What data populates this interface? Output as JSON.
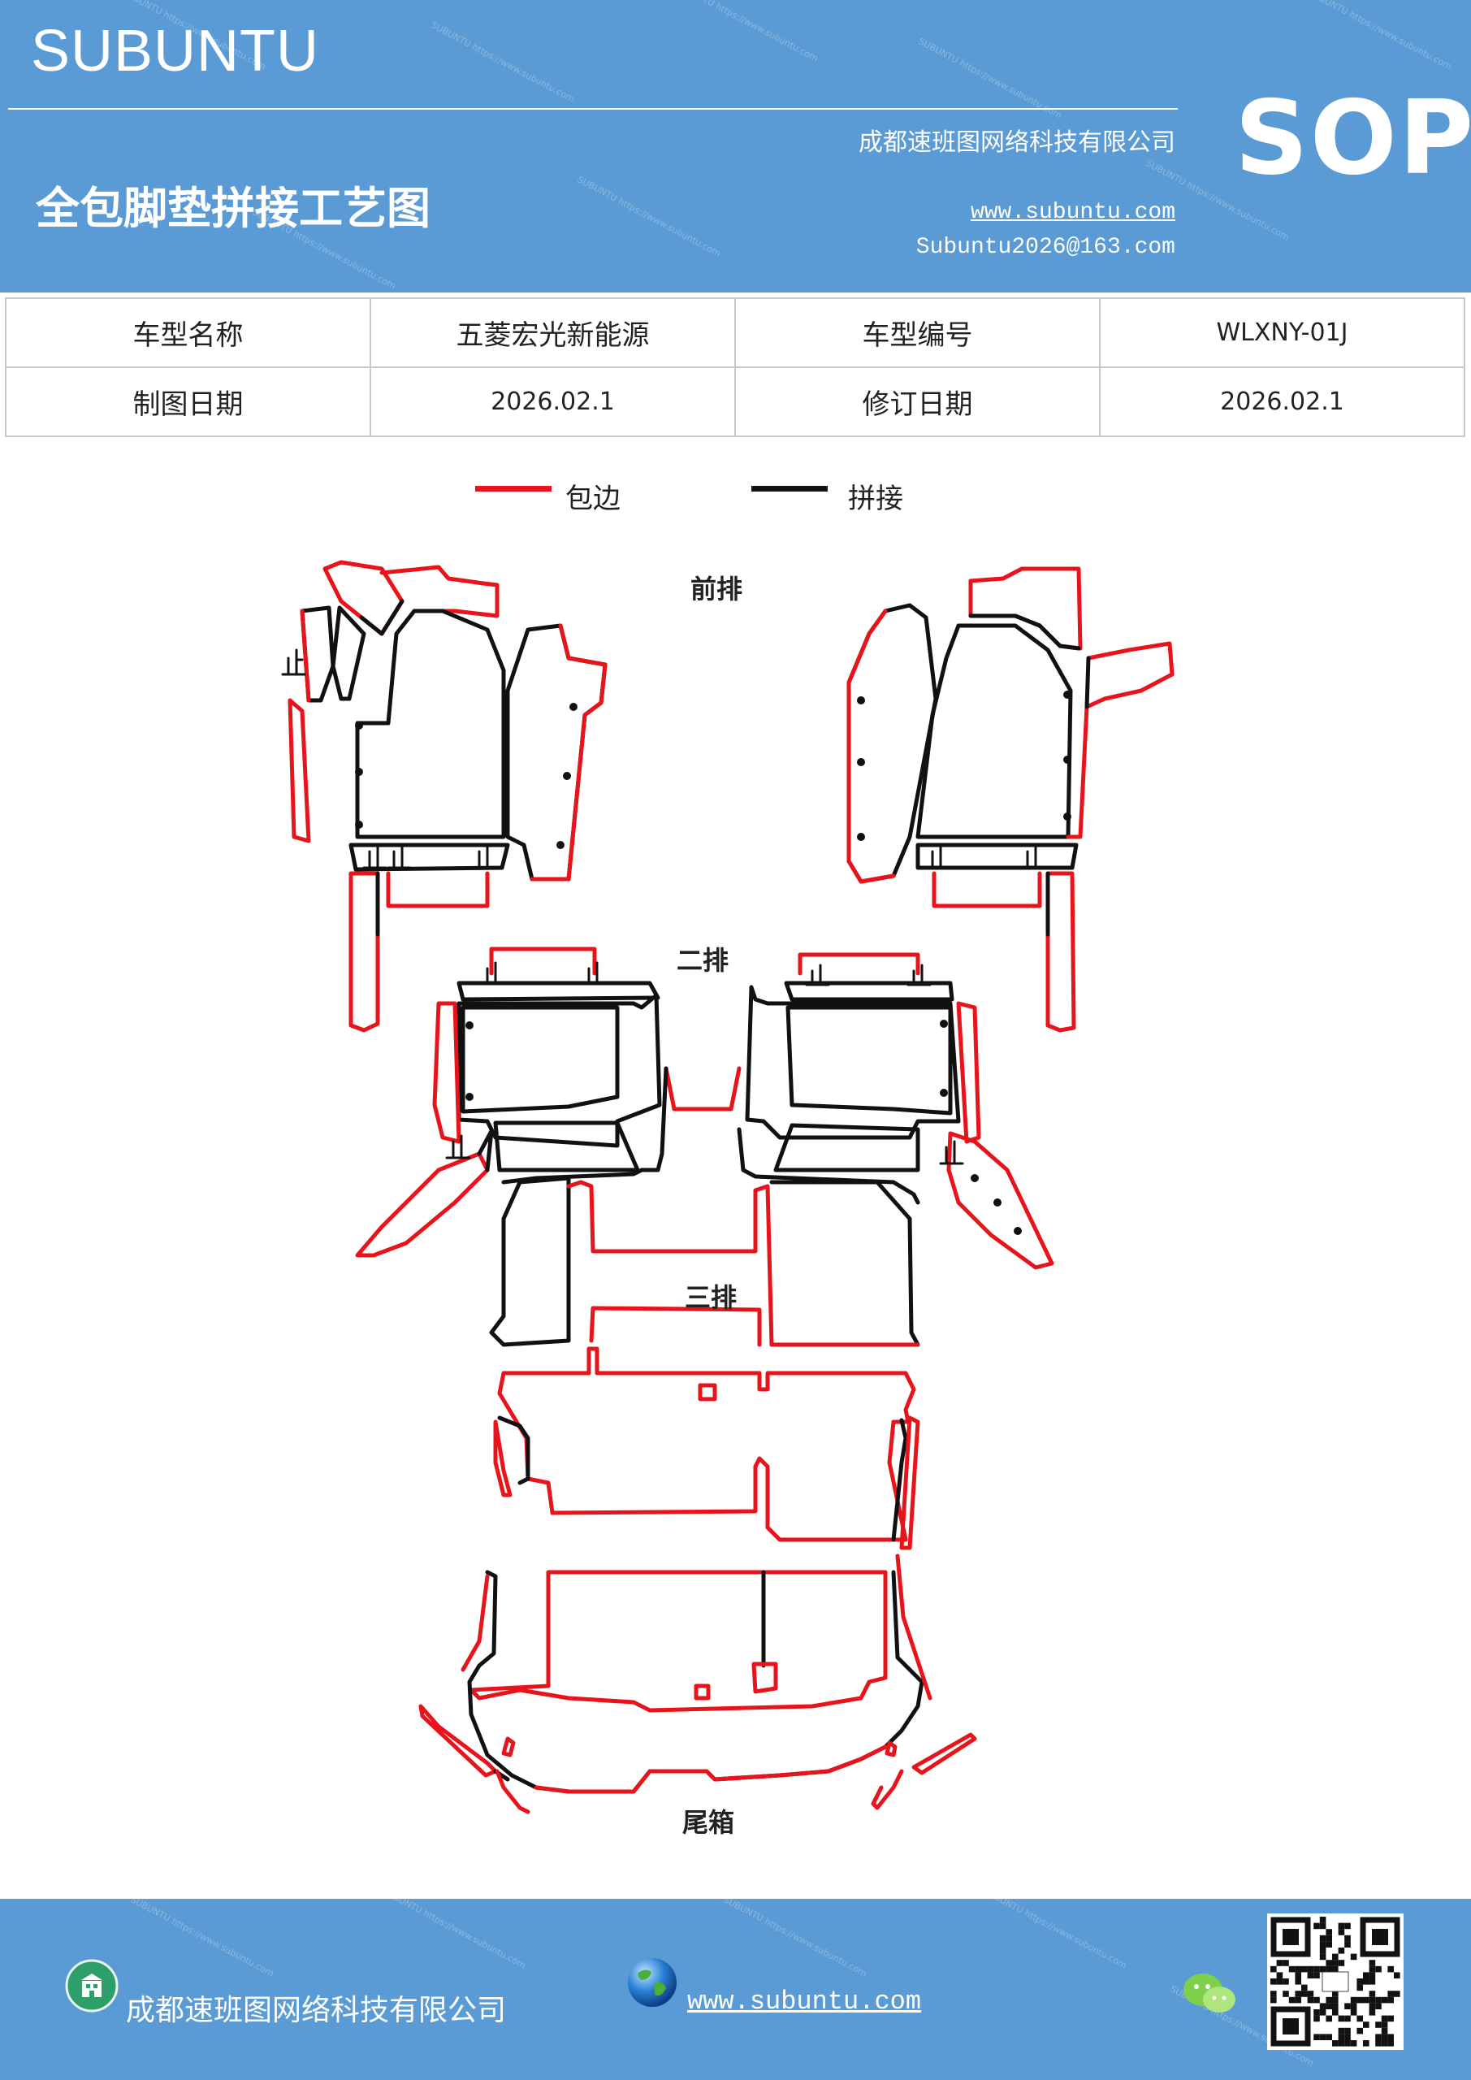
{
  "header": {
    "brand": "SUBUNTU",
    "company": "成都速班图网络科技有限公司",
    "title": "全包脚垫拼接工艺图",
    "website": "www.subuntu.com",
    "email": "Subuntu2026@163.com",
    "badge": "SOP",
    "watermark": "SUBUNTU https://www.subuntu.com"
  },
  "info_table": {
    "rows": [
      [
        "车型名称",
        "五菱宏光新能源",
        "车型编号",
        "WLXNY-01J"
      ],
      [
        "制图日期",
        "2026.02.1",
        "修订日期",
        "2026.02.1"
      ]
    ]
  },
  "legend": [
    {
      "label": "包边",
      "color": "#e8141b"
    },
    {
      "label": "拼接",
      "color": "#111111"
    }
  ],
  "sections": {
    "front": "前排",
    "second": "二排",
    "third": "三排",
    "trunk": "尾箱"
  },
  "footer": {
    "company": "成都速班图网络科技有限公司",
    "website": "www.subuntu.com",
    "icons": [
      "building-icon",
      "globe-icon",
      "wechat-icon",
      "qr-code"
    ]
  }
}
